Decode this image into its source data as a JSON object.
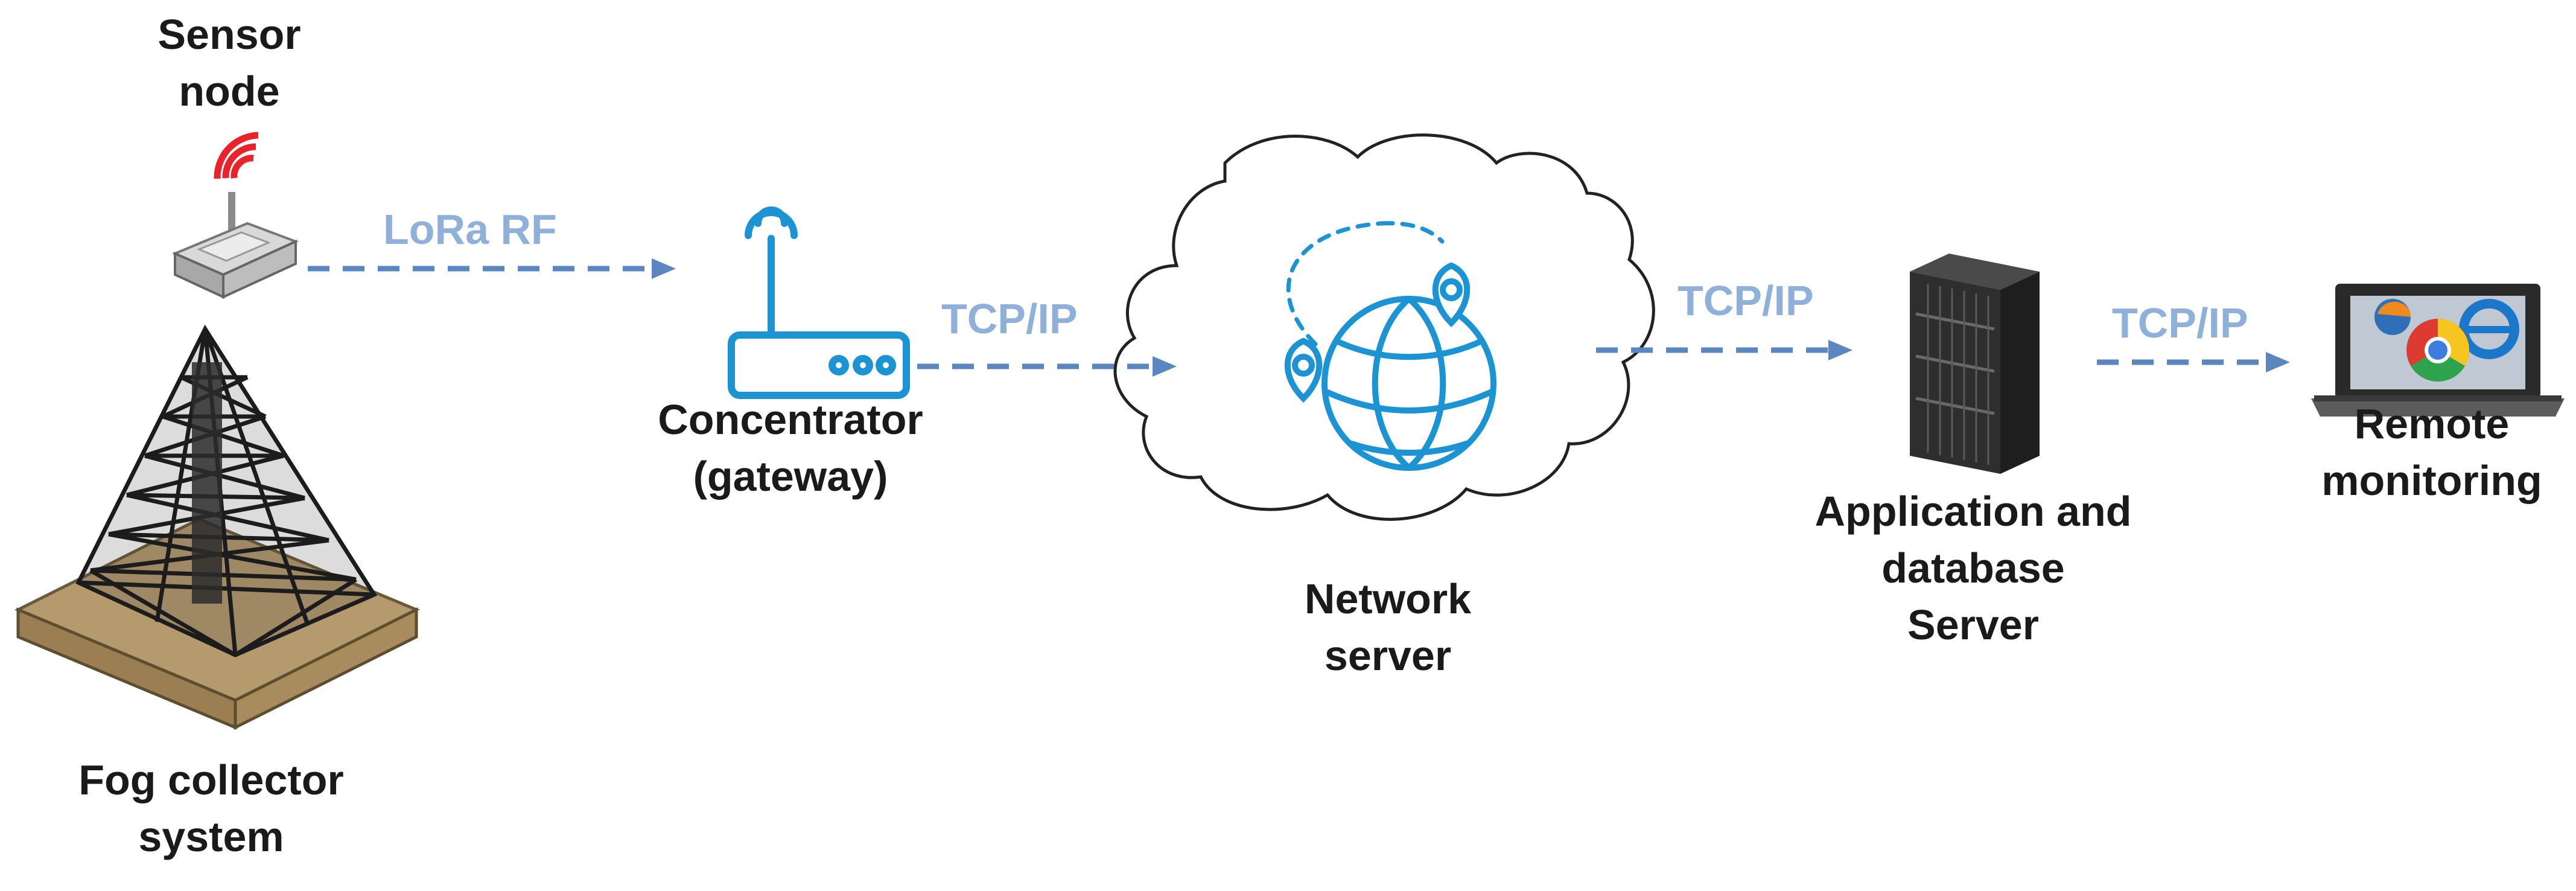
{
  "nodes": {
    "sensor": {
      "label_lines": [
        "Sensor",
        "node"
      ]
    },
    "fog": {
      "label_lines": [
        "Fog collector",
        "system"
      ]
    },
    "gateway": {
      "label_lines": [
        "Concentrator",
        "(gateway)"
      ]
    },
    "network": {
      "label_lines": [
        "Network",
        "server"
      ]
    },
    "server": {
      "label_lines": [
        "Application and",
        "database",
        "Server"
      ]
    },
    "remote": {
      "label_lines": [
        "Remote",
        "monitoring"
      ]
    }
  },
  "links": {
    "sensor_to_gateway": "LoRa RF",
    "gateway_to_network": "TCP/IP",
    "network_to_server": "TCP/IP",
    "server_to_remote": "TCP/IP"
  },
  "colors": {
    "link": "#5b86c0",
    "link_label": "#8fb0d9",
    "icon_blue": "#1c93d3",
    "signal_red": "#e8232a",
    "text": "#1a1a1a"
  },
  "icons": [
    "sensor-device-icon",
    "fog-collector-icon",
    "router-icon",
    "cloud-icon",
    "globe-pin-icon",
    "server-tower-icon",
    "laptop-browser-icon"
  ]
}
